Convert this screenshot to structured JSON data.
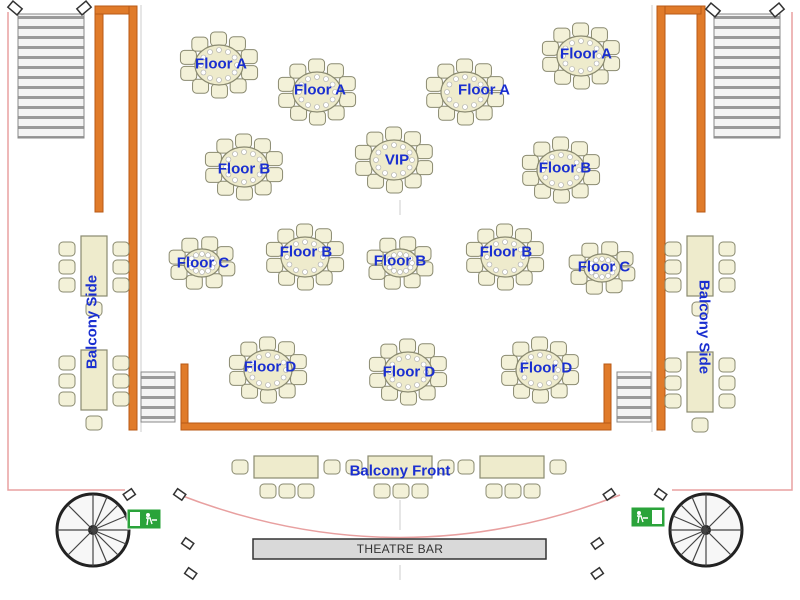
{
  "tables": [
    {
      "label": "Floor A",
      "type": "round"
    },
    {
      "label": "Floor A",
      "type": "round"
    },
    {
      "label": "Floor A",
      "type": "round"
    },
    {
      "label": "Floor A",
      "type": "round"
    },
    {
      "label": "Floor B",
      "type": "round"
    },
    {
      "label": "VIP",
      "type": "round"
    },
    {
      "label": "Floor B",
      "type": "round"
    },
    {
      "label": "Floor C",
      "type": "round"
    },
    {
      "label": "Floor B",
      "type": "round"
    },
    {
      "label": "Floor B",
      "type": "round"
    },
    {
      "label": "Floor B",
      "type": "round"
    },
    {
      "label": "Floor C",
      "type": "round"
    },
    {
      "label": "Floor D",
      "type": "round"
    },
    {
      "label": "Floor D",
      "type": "round"
    },
    {
      "label": "Floor D",
      "type": "round"
    }
  ],
  "balcony_side_left": "Balcony Side",
  "balcony_side_right": "Balcony Side",
  "balcony_front": "Balcony Front",
  "theatre_bar": "THEATRE BAR",
  "colors": {
    "label": "#1a2fd0",
    "wall": "#e07b2a",
    "seat": "#f3f1d8",
    "seat_stroke": "#8a8a70",
    "exit_sign": "#2aa33a",
    "outline": "#e8a0a0"
  }
}
